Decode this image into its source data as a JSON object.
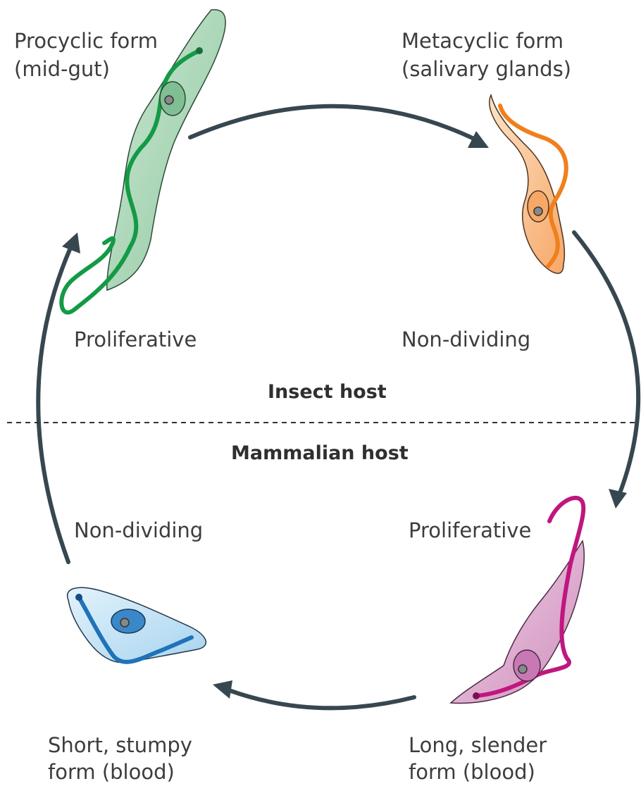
{
  "stages": {
    "procyclic": {
      "name_line1": "Procyclic form",
      "name_line2": "(mid-gut)",
      "status": "Proliferative",
      "color": "#1a8a3c",
      "fill": "#a8d5b3"
    },
    "metacyclic": {
      "name_line1": "Metacyclic form",
      "name_line2": "(salivary glands)",
      "status": "Non-dividing",
      "color": "#f08a2a",
      "fill": "#fbc79a"
    },
    "long_slender": {
      "name_line1": "Long, slender",
      "name_line2": "form (blood)",
      "status": "Proliferative",
      "color": "#b5177a",
      "fill": "#e3b0d3"
    },
    "short_stumpy": {
      "name_line1": "Short, stumpy",
      "name_line2": "form (blood)",
      "status": "Non-dividing",
      "color": "#1e6fb5",
      "fill": "#bfe0f4"
    }
  },
  "hosts": {
    "insect": "Insect host",
    "mammalian": "Mammalian host"
  },
  "colors": {
    "arrow": "#37474f",
    "divider": "#333333"
  }
}
